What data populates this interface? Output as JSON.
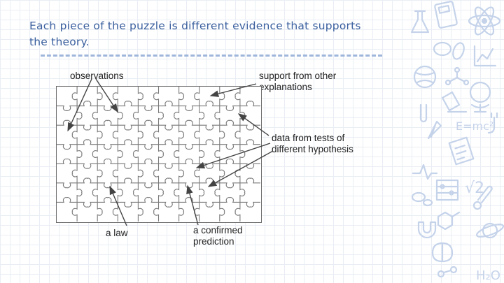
{
  "title": "Each piece of the puzzle is different evidence that supports the theory.",
  "labels": {
    "observations": "observations",
    "support": "support from other explanations",
    "data_tests": "data from tests of different hypothesis",
    "law": "a law",
    "prediction": "a confirmed prediction"
  },
  "doodle_text": {
    "energy": "E=mc²",
    "root": "√2",
    "water": "H₂O"
  },
  "colors": {
    "title": "#3a5f9e",
    "doodle": "#c5d3ea",
    "grid": "#e9eef4"
  }
}
